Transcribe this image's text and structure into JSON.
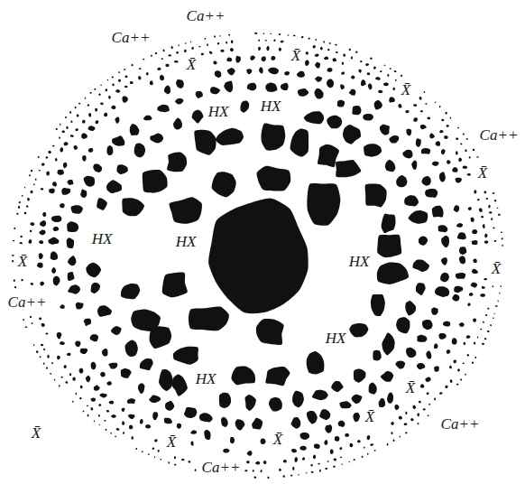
{
  "diagram": {
    "labels": [
      "Ca++",
      "Ca++",
      "X̄",
      "X̄",
      "X̄",
      "HX",
      "HX",
      "Ca++",
      "X̄",
      "X̄",
      "HX",
      "HX",
      "X̄",
      "HX",
      "Ca++",
      "HX",
      "HX",
      "X̄",
      "X̄",
      "Ca++",
      "X̄",
      "X̄",
      "X̄",
      "Ca++"
    ]
  }
}
